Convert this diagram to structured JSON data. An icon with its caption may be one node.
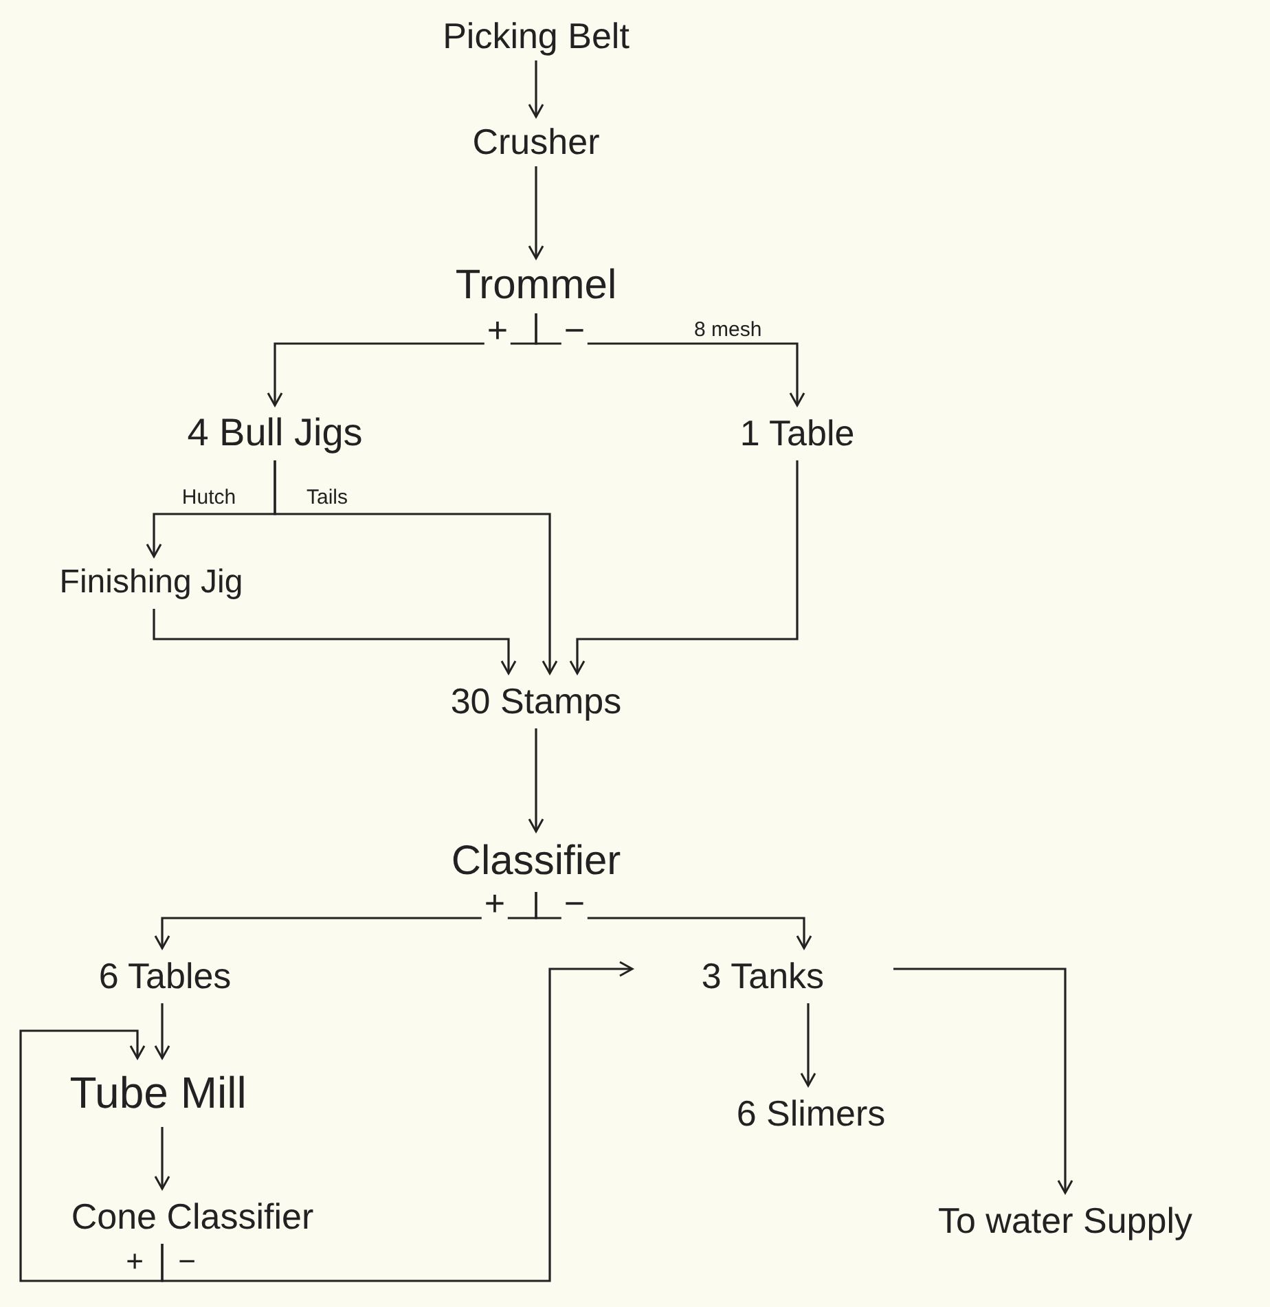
{
  "diagram": {
    "nodes": [
      {
        "text": [
          "Picking Belt"
        ]
      },
      {
        "text": [
          "Crusher"
        ]
      },
      {
        "text": [
          "Trommel"
        ]
      },
      {
        "text": [
          "4 Bull Jigs"
        ]
      },
      {
        "text": [
          "1 Table"
        ]
      },
      {
        "text": [
          "Finishing Jig"
        ]
      },
      {
        "text": [
          "30 Stamps"
        ]
      },
      {
        "text": [
          "Classifier"
        ]
      },
      {
        "text": [
          "6 Tables"
        ]
      },
      {
        "text": [
          "3 Tanks"
        ]
      },
      {
        "text": [
          "Tube Mill"
        ]
      },
      {
        "text": [
          "6 Slimers"
        ]
      },
      {
        "text": [
          "Cone Classifier"
        ]
      },
      {
        "text": [
          "To water Supply"
        ]
      }
    ],
    "edges": [
      {
        "from": 0,
        "to": 1,
        "arrow": "to"
      },
      {
        "from": 1,
        "to": 2,
        "arrow": "to"
      },
      {
        "from": 2,
        "to": 3,
        "arrow": "to",
        "label": "+"
      },
      {
        "from": 2,
        "to": 4,
        "arrow": "to",
        "label": "−"
      },
      {
        "from": 3,
        "to": 5,
        "arrow": "to",
        "label": "Hutch"
      },
      {
        "from": 3,
        "to": 6,
        "arrow": "to",
        "label": "Tails"
      },
      {
        "from": 4,
        "to": 6,
        "arrow": "to"
      },
      {
        "from": 5,
        "to": 6,
        "arrow": "to"
      },
      {
        "from": 6,
        "to": 7,
        "arrow": "to"
      },
      {
        "from": 7,
        "to": 8,
        "arrow": "to",
        "label": "+"
      },
      {
        "from": 7,
        "to": 9,
        "arrow": "to",
        "label": "−"
      },
      {
        "from": 8,
        "to": 10,
        "arrow": "to"
      },
      {
        "from": 10,
        "to": 12,
        "arrow": "to"
      },
      {
        "from": 12,
        "to": 10,
        "arrow": "to",
        "label": "+"
      },
      {
        "from": 12,
        "to": 9,
        "arrow": "to",
        "label": "−"
      },
      {
        "from": 9,
        "to": 11,
        "arrow": "to"
      },
      {
        "from": 9,
        "to": 13,
        "arrow": "to"
      }
    ],
    "labels": [
      "8 mesh"
    ]
  }
}
